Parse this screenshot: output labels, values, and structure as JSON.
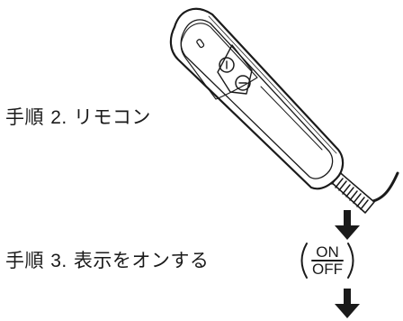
{
  "steps": [
    {
      "prefix": "手順",
      "number": "2.",
      "text": "リモコン"
    },
    {
      "prefix": "手順",
      "number": "3.",
      "text": "表示をオンする"
    }
  ],
  "button": {
    "on_label": "ON",
    "off_label": "OFF"
  },
  "icons": {
    "remote": "remote-control-icon",
    "arrow": "down-arrow-icon",
    "button": "on-off-button-icon"
  },
  "colors": {
    "stroke": "#1a1a1a",
    "background": "#ffffff"
  }
}
